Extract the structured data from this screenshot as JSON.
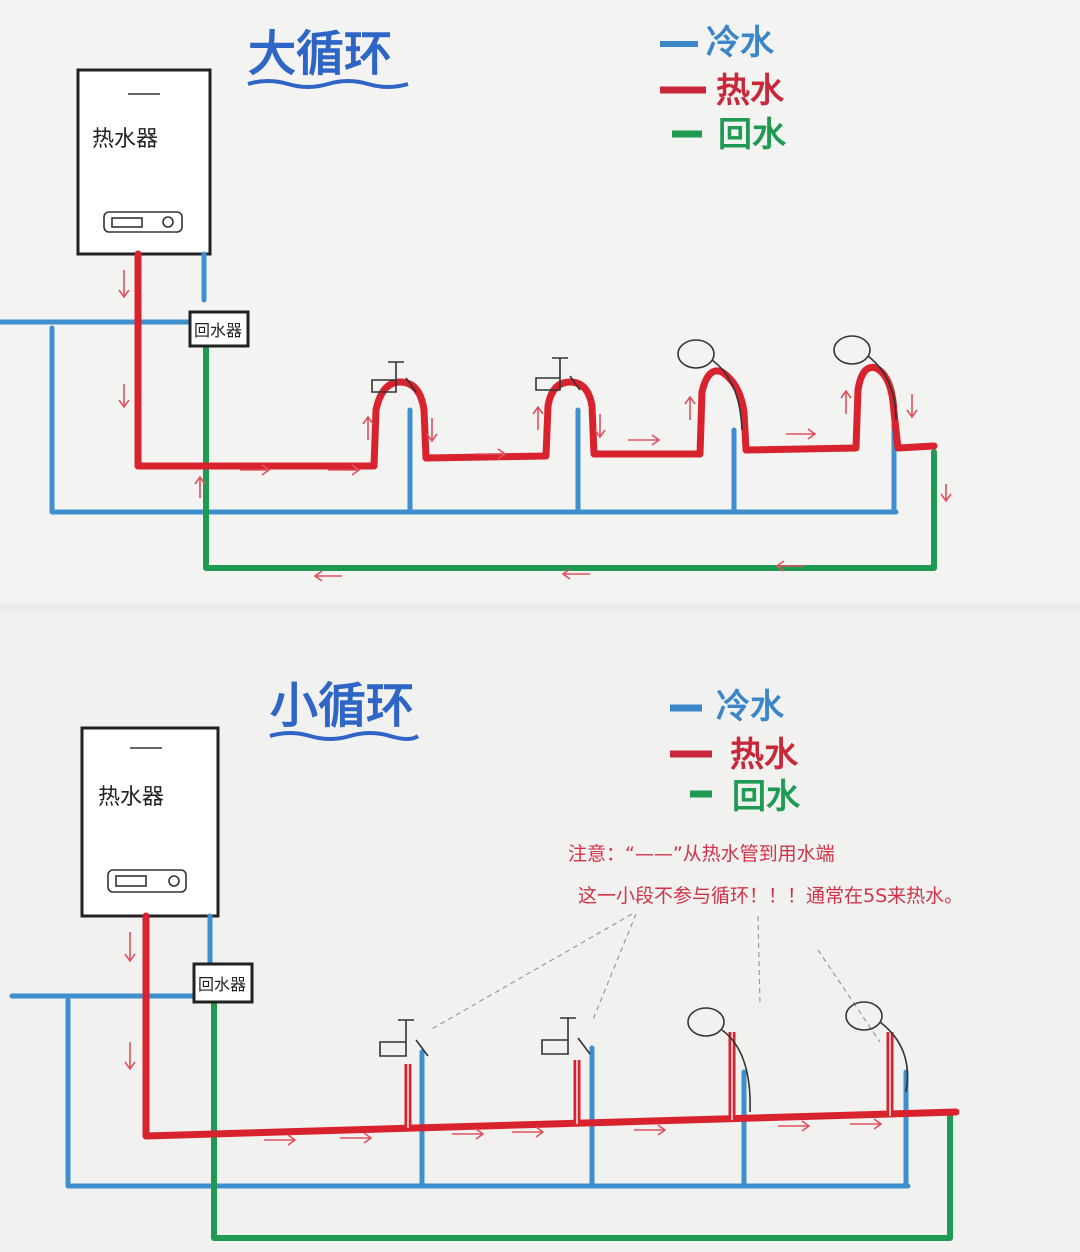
{
  "top": {
    "title": "大循环",
    "heater_label": "热水器",
    "return_device_label": "回水器"
  },
  "bottom": {
    "title": "小循环",
    "heater_label": "热水器",
    "return_device_label": "回水器",
    "note_line1": "注意：“——”从热水管到用水端",
    "note_line2": "这一小段不参与循环！！！通常在5S来热水。"
  },
  "legend": [
    {
      "symbol": "—",
      "label": "冷水",
      "color": "#3a86c8"
    },
    {
      "symbol": "—",
      "label": "热水",
      "color": "#c8283a"
    },
    {
      "symbol": "—",
      "label": "回水",
      "color": "#1f9a52"
    }
  ],
  "fixture_icons": [
    "faucet-icon",
    "faucet-icon",
    "shower-head-icon",
    "shower-head-icon"
  ]
}
